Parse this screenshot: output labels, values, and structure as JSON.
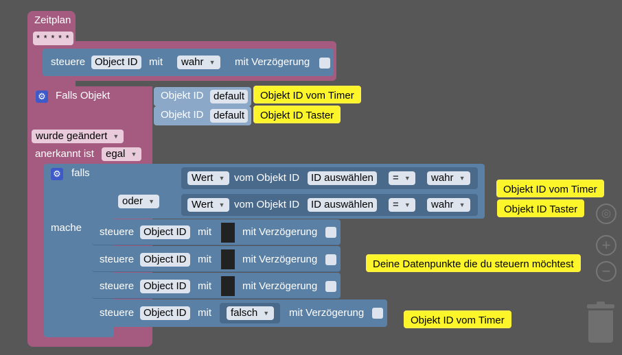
{
  "zeitplan": {
    "title": "Zeitplan",
    "pattern": "* * * * *"
  },
  "steuere_top": {
    "label": "steuere",
    "object": "Object ID",
    "mit": "mit",
    "value": "wahr",
    "delay_label": "mit Verzögerung"
  },
  "falls_objekt": {
    "title": "Falls Objekt",
    "rows": [
      {
        "label": "Objekt ID",
        "value": "default",
        "comment": "Objekt ID vom Timer"
      },
      {
        "label": "Objekt ID",
        "value": "default",
        "comment": "Objekt ID Taster"
      }
    ],
    "changed": "wurde geändert",
    "ack_label": "anerkannt ist",
    "ack_value": "egal"
  },
  "falls": {
    "title": "falls",
    "oder": "oder",
    "mache": "mache",
    "conditions": [
      {
        "wert": "Wert",
        "vom": "vom Objekt ID",
        "select": "ID auswählen",
        "op": "=",
        "value": "wahr"
      },
      {
        "wert": "Wert",
        "vom": "vom Objekt ID",
        "select": "ID auswählen",
        "op": "=",
        "value": "wahr"
      }
    ]
  },
  "actions": [
    {
      "label": "steuere",
      "object": "Object ID",
      "mit": "mit",
      "delay_label": "mit Verzögerung"
    },
    {
      "label": "steuere",
      "object": "Object ID",
      "mit": "mit",
      "delay_label": "mit Verzögerung"
    },
    {
      "label": "steuere",
      "object": "Object ID",
      "mit": "mit",
      "delay_label": "mit Verzögerung"
    },
    {
      "label": "steuere",
      "object": "Object ID",
      "mit": "mit",
      "value": "falsch",
      "delay_label": "mit Verzögerung"
    }
  ],
  "comments": {
    "timer": "Objekt ID vom Timer",
    "taster": "Objekt ID Taster",
    "datenpunkte": "Deine Datenpunkte die du steuern möchtest",
    "timer2": "Objekt ID vom Timer"
  },
  "icons": {
    "gear": "gear-icon",
    "target": "target-icon",
    "zoom_in": "zoom-in-icon",
    "zoom_out": "zoom-out-icon",
    "trash": "trash-icon"
  }
}
